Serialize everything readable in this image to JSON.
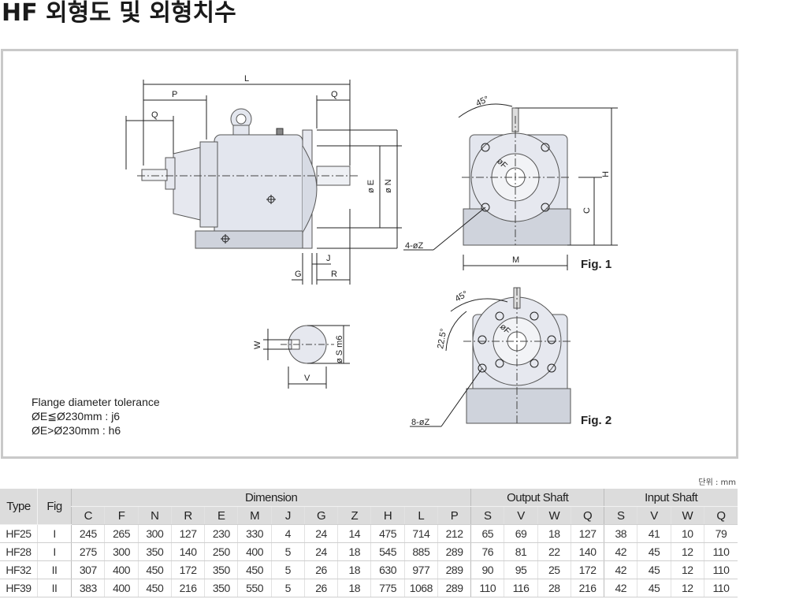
{
  "title": "HF 외형도 및 외형치수",
  "drawing": {
    "side_labels": {
      "L": "L",
      "P": "P",
      "Q_top": "Q",
      "Q_left": "Q",
      "E": "ø E",
      "N": "ø N",
      "J": "J",
      "G": "G",
      "R": "R"
    },
    "front1_labels": {
      "deg": "45°",
      "F": "øF",
      "H": "H",
      "C": "C",
      "M": "M",
      "Z": "4-øZ"
    },
    "front2_labels": {
      "deg45": "45°",
      "deg22": "22.5°",
      "F": "øF",
      "Z": "8-øZ"
    },
    "shaft_labels": {
      "W": "W",
      "S": "ø S m6",
      "V": "V"
    },
    "fig1": "Fig. 1",
    "fig2": "Fig. 2",
    "tolerance": [
      "Flange diameter tolerance",
      "ØE≦Ø230mm : j6",
      "ØE>Ø230mm : h6"
    ]
  },
  "unit": "단위 : mm",
  "table": {
    "type_header": "Type",
    "fig_header": "Fig",
    "groups": [
      "Dimension",
      "Output Shaft",
      "Input Shaft"
    ],
    "dimension_cols": [
      "C",
      "F",
      "N",
      "R",
      "E",
      "M",
      "J",
      "G",
      "Z",
      "H",
      "L",
      "P"
    ],
    "output_cols": [
      "S",
      "V",
      "W",
      "Q"
    ],
    "input_cols": [
      "S",
      "V",
      "W",
      "Q"
    ],
    "rows": [
      {
        "type": "HF25",
        "fig": "I",
        "dim": [
          "245",
          "265",
          "300",
          "127",
          "230",
          "330",
          "4",
          "24",
          "14",
          "475",
          "714",
          "212"
        ],
        "out": [
          "65",
          "69",
          "18",
          "127"
        ],
        "in": [
          "38",
          "41",
          "10",
          "79"
        ]
      },
      {
        "type": "HF28",
        "fig": "I",
        "dim": [
          "275",
          "300",
          "350",
          "140",
          "250",
          "400",
          "5",
          "24",
          "18",
          "545",
          "885",
          "289"
        ],
        "out": [
          "76",
          "81",
          "22",
          "140"
        ],
        "in": [
          "42",
          "45",
          "12",
          "110"
        ]
      },
      {
        "type": "HF32",
        "fig": "II",
        "dim": [
          "307",
          "400",
          "450",
          "172",
          "350",
          "450",
          "5",
          "26",
          "18",
          "630",
          "977",
          "289"
        ],
        "out": [
          "90",
          "95",
          "25",
          "172"
        ],
        "in": [
          "42",
          "45",
          "12",
          "110"
        ]
      },
      {
        "type": "HF39",
        "fig": "II",
        "dim": [
          "383",
          "400",
          "450",
          "216",
          "350",
          "550",
          "5",
          "26",
          "18",
          "775",
          "1068",
          "289"
        ],
        "out": [
          "110",
          "116",
          "28",
          "216"
        ],
        "in": [
          "42",
          "45",
          "12",
          "110"
        ]
      }
    ]
  }
}
